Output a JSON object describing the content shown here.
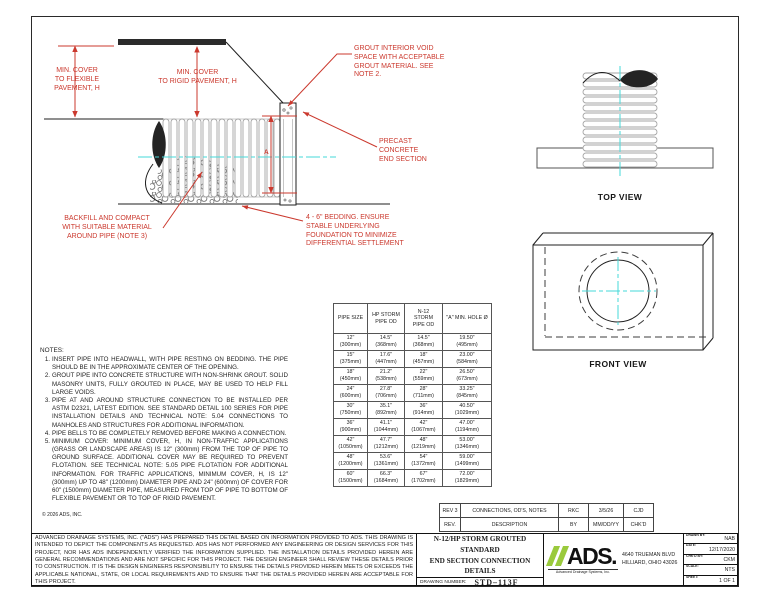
{
  "colors": {
    "red": "#cb392e",
    "cyan": "#46d9d9",
    "green": "#9aca3c",
    "ink": "#1f1f1f"
  },
  "cross_section": {
    "min_cover_flexible": "MIN. COVER\nTO FLEXIBLE\nPAVEMENT, H",
    "min_cover_rigid": "MIN. COVER\nTO RIGID PAVEMENT, H",
    "grout_note": "GROUT INTERIOR VOID\nSPACE WITH ACCEPTABLE\nGROUT MATERIAL. SEE\nNOTE 2.",
    "precast_label": "PRECAST\nCONCRETE\nEND SECTION",
    "backfill_label": "BACKFILL AND COMPACT\nWITH SUITABLE MATERIAL\nAROUND PIPE (NOTE 3)",
    "bedding_label": "4 - 6\" BEDDING. ENSURE\nSTABLE UNDERLYING\nFOUNDATION TO MINIMIZE\nDIFFERENTIAL SETTLEMENT",
    "dim_a": "A"
  },
  "views": {
    "top": "TOP VIEW",
    "front": "FRONT VIEW"
  },
  "size_table": {
    "headers": [
      "PIPE SIZE",
      "HP STORM\nPIPE OD",
      "N-12\nSTORM\nPIPE OD",
      "\"A\" MIN. HOLE Ø"
    ],
    "rows": [
      [
        "12\"\n(300mm)",
        "14.5\"\n(368mm)",
        "14.5\"\n(368mm)",
        "19.50\"\n(495mm)"
      ],
      [
        "15\"\n(375mm)",
        "17.6\"\n(447mm)",
        "18\"\n(457mm)",
        "23.00\"\n(584mm)"
      ],
      [
        "18\"\n(450mm)",
        "21.2\"\n(538mm)",
        "22\"\n(559mm)",
        "26.50\"\n(673mm)"
      ],
      [
        "24\"\n(600mm)",
        "27.8\"\n(706mm)",
        "28\"\n(711mm)",
        "33.25\"\n(845mm)"
      ],
      [
        "30\"\n(750mm)",
        "35.1\"\n(892mm)",
        "36\"\n(914mm)",
        "40.50\"\n(1029mm)"
      ],
      [
        "36\"\n(900mm)",
        "41.1\"\n(1044mm)",
        "42\"\n(1067mm)",
        "47.00\"\n(1194mm)"
      ],
      [
        "42\"\n(1050mm)",
        "47.7\"\n(1212mm)",
        "48\"\n(1219mm)",
        "53.00\"\n(1346mm)"
      ],
      [
        "48\"\n(1200mm)",
        "53.6\"\n(1361mm)",
        "54\"\n(1372mm)",
        "59.00\"\n(1499mm)"
      ],
      [
        "60\"\n(1500mm)",
        "66.3\"\n(1684mm)",
        "67\"\n(1702mm)",
        "72.00\"\n(1829mm)"
      ]
    ]
  },
  "notes": {
    "title": "NOTES:",
    "items": [
      {
        "num": "1.",
        "text": "INSERT PIPE INTO HEADWALL, WITH PIPE RESTING ON BEDDING. THE PIPE SHOULD BE IN THE APPROXIMATE CENTER OF THE OPENING."
      },
      {
        "num": "2.",
        "text": "GROUT PIPE INTO CONCRETE STRUCTURE WITH NON-SHRINK GROUT. SOLID MASONRY UNITS, FULLY GROUTED IN PLACE, MAY BE USED TO HELP FILL LARGE VOIDS."
      },
      {
        "num": "3.",
        "text": "PIPE AT AND AROUND STRUCTURE CONNECTION TO BE INSTALLED PER ASTM D2321, LATEST EDITION. SEE STANDARD DETAIL 100 SERIES FOR PIPE INSTALLATION DETAILS AND TECHNICAL NOTE: 5.04 CONNECTIONS TO MANHOLES AND STRUCTURES FOR ADDITIONAL INFORMATION."
      },
      {
        "num": "4.",
        "text": "PIPE BELLS TO BE COMPLETELY REMOVED BEFORE MAKING A CONNECTION."
      },
      {
        "num": "5.",
        "text": "MINIMUM COVER: MINIMUM COVER, H, IN NON-TRAFFIC APPLICATIONS (GRASS OR LANDSCAPE AREAS) IS 12\" (300mm) FROM THE TOP OF PIPE TO GROUND SURFACE.  ADDITIONAL COVER MAY BE REQUIRED TO PREVENT FLOTATION. SEE TECHNICAL NOTE: 5.05 PIPE FLOTATION FOR ADDITIONAL INFORMATION. FOR TRAFFIC APPLICATIONS, MINIMUM COVER, H, IS 12\" (300mm) UP TO 48\" (1200mm) DIAMETER PIPE AND 24\" (600mm) OF COVER FOR 60\" (1500mm) DIAMETER PIPE, MEASURED FROM TOP OF PIPE TO BOTTOM OF FLEXIBLE PAVEMENT OR TO TOP OF RIGID PAVEMENT."
      }
    ],
    "copyright": "© 2026 ADS, INC."
  },
  "revisions": {
    "rows": [
      {
        "rev": "REV 3",
        "description": "CONNECTIONS, OD'S, NOTES",
        "by": "RKC",
        "date": "3/5/26",
        "chkd": "CJD"
      },
      {
        "rev": "REV.",
        "description": "DESCRIPTION",
        "by": "BY",
        "date": "MM/DD/YY",
        "chkd": "CHK'D"
      }
    ]
  },
  "disclaimer": "ADVANCED DRAINAGE SYSTEMS, INC. (\"ADS\") HAS PREPARED THIS DETAIL BASED ON INFORMATION PROVIDED TO ADS.  THIS DRAWING IS INTENDED TO DEPICT THE COMPONENTS AS REQUESTED.  ADS HAS NOT PERFORMED ANY ENGINEERING OR DESIGN SERVICES FOR THIS PROJECT, NOR HAS ADS INDEPENDENTLY VERIFIED THE INFORMATION SUPPLIED.  THE INSTALLATION DETAILS PROVIDED HEREIN ARE GENERAL RECOMMENDATIONS AND ARE NOT SPECIFIC FOR THIS PROJECT.  THE DESIGN ENGINEER SHALL REVIEW THESE DETAILS PRIOR TO CONSTRUCTION.  IT IS THE DESIGN ENGINEERS RESPONSIBILITY TO ENSURE THE DETAILS PROVIDED HEREIN MEETS OR EXCEEDS THE APPLICABLE NATIONAL, STATE, OR LOCAL REQUIREMENTS AND TO ENSURE THAT THE DETAILS PROVIDED HEREIN ARE ACCEPTABLE FOR THIS PROJECT.",
  "titleblock": {
    "title": "N-12/HP STORM GROUTED STANDARD\nEND SECTION CONNECTION DETAILS",
    "drawing_number_label": "DRAWING NUMBER:",
    "drawing_number": "STD–113F",
    "logo_text": "ADS.",
    "logo_caption": "Advanced Drainage Systems, Inc.",
    "address": "4640 TRUEMAN BLVD\nHILLIARD, OHIO 43026",
    "info": [
      {
        "label": "DRAWN BY:",
        "value": "NAB"
      },
      {
        "label": "DATE:",
        "value": "12/17/2020"
      },
      {
        "label": "CHK'D BY:",
        "value": "CKM"
      },
      {
        "label": "SCALE:",
        "value": "NTS"
      },
      {
        "label": "SHEET:",
        "value": "1 OF 1"
      }
    ]
  }
}
